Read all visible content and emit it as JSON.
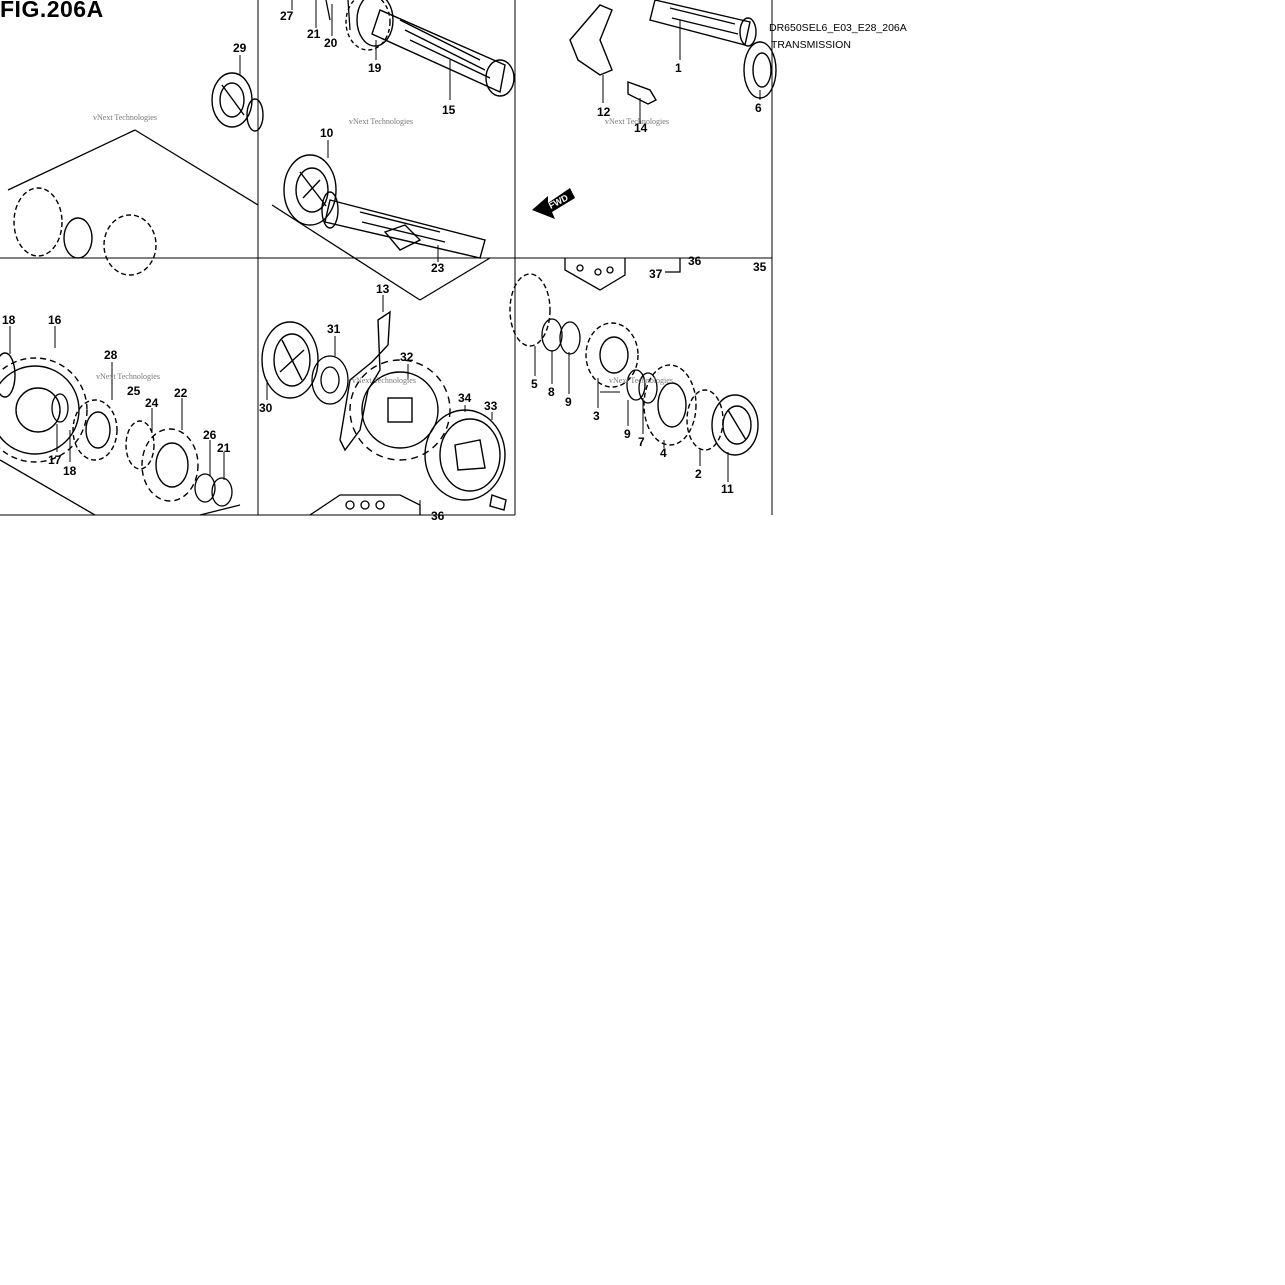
{
  "figure": {
    "title": "FIG.206A",
    "model_code": "DR650SEL6_E03_E28_206A",
    "section": "TRANSMISSION",
    "fwd_marker": "FWD",
    "watermark": "vNext Technologies"
  },
  "callouts": [
    "1",
    "2",
    "3",
    "4",
    "5",
    "6",
    "7",
    "8",
    "9",
    "9",
    "10",
    "11",
    "12",
    "13",
    "14",
    "15",
    "16",
    "17",
    "18",
    "18",
    "19",
    "20",
    "21",
    "21",
    "22",
    "23",
    "24",
    "25",
    "26",
    "27",
    "28",
    "29",
    "30",
    "31",
    "32",
    "33",
    "34",
    "35",
    "36",
    "36",
    "37"
  ]
}
